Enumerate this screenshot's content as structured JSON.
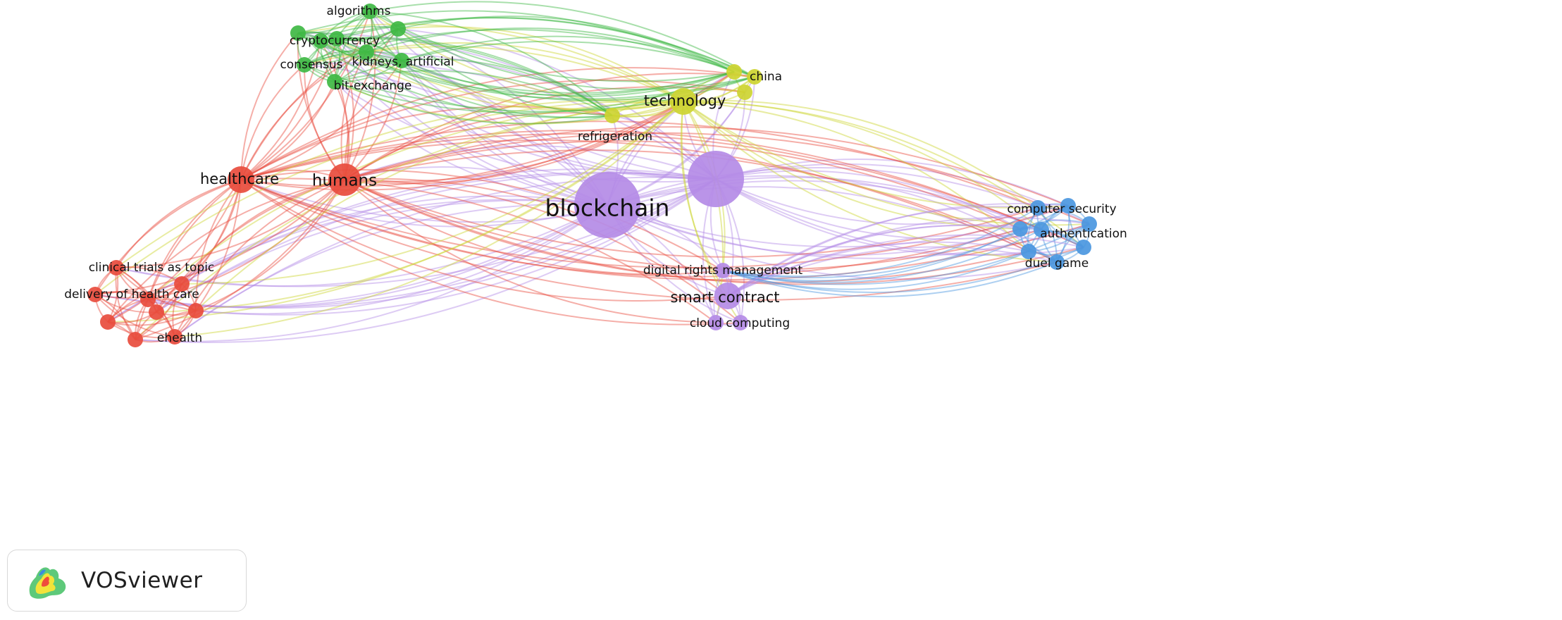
{
  "app": {
    "logo_text": "VOSviewer"
  },
  "colors": {
    "cluster_green": "#3fb944",
    "cluster_red": "#e84c3d",
    "cluster_yellow": "#cdd431",
    "cluster_purple": "#b48be6",
    "cluster_blue": "#4b97e0"
  },
  "network": {
    "nodes": [
      {
        "id": "algorithms",
        "label": "algorithms",
        "cluster": "green",
        "weight": 1
      },
      {
        "id": "g_a",
        "label": "",
        "cluster": "green",
        "weight": 1
      },
      {
        "id": "g_b",
        "label": "",
        "cluster": "green",
        "weight": 1
      },
      {
        "id": "g_c",
        "label": "",
        "cluster": "green",
        "weight": 1
      },
      {
        "id": "cryptocurrency",
        "label": "cryptocurrency",
        "cluster": "green",
        "weight": 1
      },
      {
        "id": "g_d",
        "label": "",
        "cluster": "green",
        "weight": 1
      },
      {
        "id": "kidneys_artificial",
        "label": "kidneys, artificial",
        "cluster": "green",
        "weight": 1
      },
      {
        "id": "consensus",
        "label": "consensus",
        "cluster": "green",
        "weight": 1
      },
      {
        "id": "bit_exchange",
        "label": "bit-exchange",
        "cluster": "green",
        "weight": 1
      },
      {
        "id": "china",
        "label": "china",
        "cluster": "yellow",
        "weight": 1
      },
      {
        "id": "y_a",
        "label": "",
        "cluster": "yellow",
        "weight": 1
      },
      {
        "id": "y_b",
        "label": "",
        "cluster": "yellow",
        "weight": 1
      },
      {
        "id": "technology",
        "label": "technology",
        "cluster": "yellow",
        "weight": 2
      },
      {
        "id": "refrigeration",
        "label": "refrigeration",
        "cluster": "yellow",
        "weight": 1
      },
      {
        "id": "healthcare",
        "label": "healthcare",
        "cluster": "red",
        "weight": 2
      },
      {
        "id": "humans",
        "label": "humans",
        "cluster": "red",
        "weight": 3
      },
      {
        "id": "clinical_trials",
        "label": "clinical trials as topic",
        "cluster": "red",
        "weight": 1
      },
      {
        "id": "r_a",
        "label": "",
        "cluster": "red",
        "weight": 1
      },
      {
        "id": "delivery",
        "label": "delivery of health care",
        "cluster": "red",
        "weight": 1
      },
      {
        "id": "r_b",
        "label": "",
        "cluster": "red",
        "weight": 1
      },
      {
        "id": "r_c",
        "label": "",
        "cluster": "red",
        "weight": 1
      },
      {
        "id": "r_d",
        "label": "",
        "cluster": "red",
        "weight": 1
      },
      {
        "id": "r_e",
        "label": "",
        "cluster": "red",
        "weight": 1
      },
      {
        "id": "ehealth",
        "label": "ehealth",
        "cluster": "red",
        "weight": 1
      },
      {
        "id": "r_f",
        "label": "",
        "cluster": "red",
        "weight": 1
      },
      {
        "id": "blockchain",
        "label": "blockchain",
        "cluster": "purple",
        "weight": 5
      },
      {
        "id": "p_hub",
        "label": "",
        "cluster": "purple",
        "weight": 4
      },
      {
        "id": "digital_rights",
        "label": "digital rights management",
        "cluster": "purple",
        "weight": 1
      },
      {
        "id": "smart_contract",
        "label": "smart contract",
        "cluster": "purple",
        "weight": 2
      },
      {
        "id": "cloud_computing",
        "label": "cloud computing",
        "cluster": "purple",
        "weight": 1
      },
      {
        "id": "p_a",
        "label": "",
        "cluster": "purple",
        "weight": 1
      },
      {
        "id": "computer_security",
        "label": "computer security",
        "cluster": "blue",
        "weight": 1
      },
      {
        "id": "b_a",
        "label": "",
        "cluster": "blue",
        "weight": 1
      },
      {
        "id": "authentication",
        "label": "authentication",
        "cluster": "blue",
        "weight": 1
      },
      {
        "id": "b_b",
        "label": "",
        "cluster": "blue",
        "weight": 1
      },
      {
        "id": "b_c",
        "label": "",
        "cluster": "blue",
        "weight": 1
      },
      {
        "id": "duel_game",
        "label": "duel game",
        "cluster": "blue",
        "weight": 1
      },
      {
        "id": "b_d",
        "label": "",
        "cluster": "blue",
        "weight": 1
      },
      {
        "id": "b_e",
        "label": "",
        "cluster": "blue",
        "weight": 1
      }
    ]
  }
}
